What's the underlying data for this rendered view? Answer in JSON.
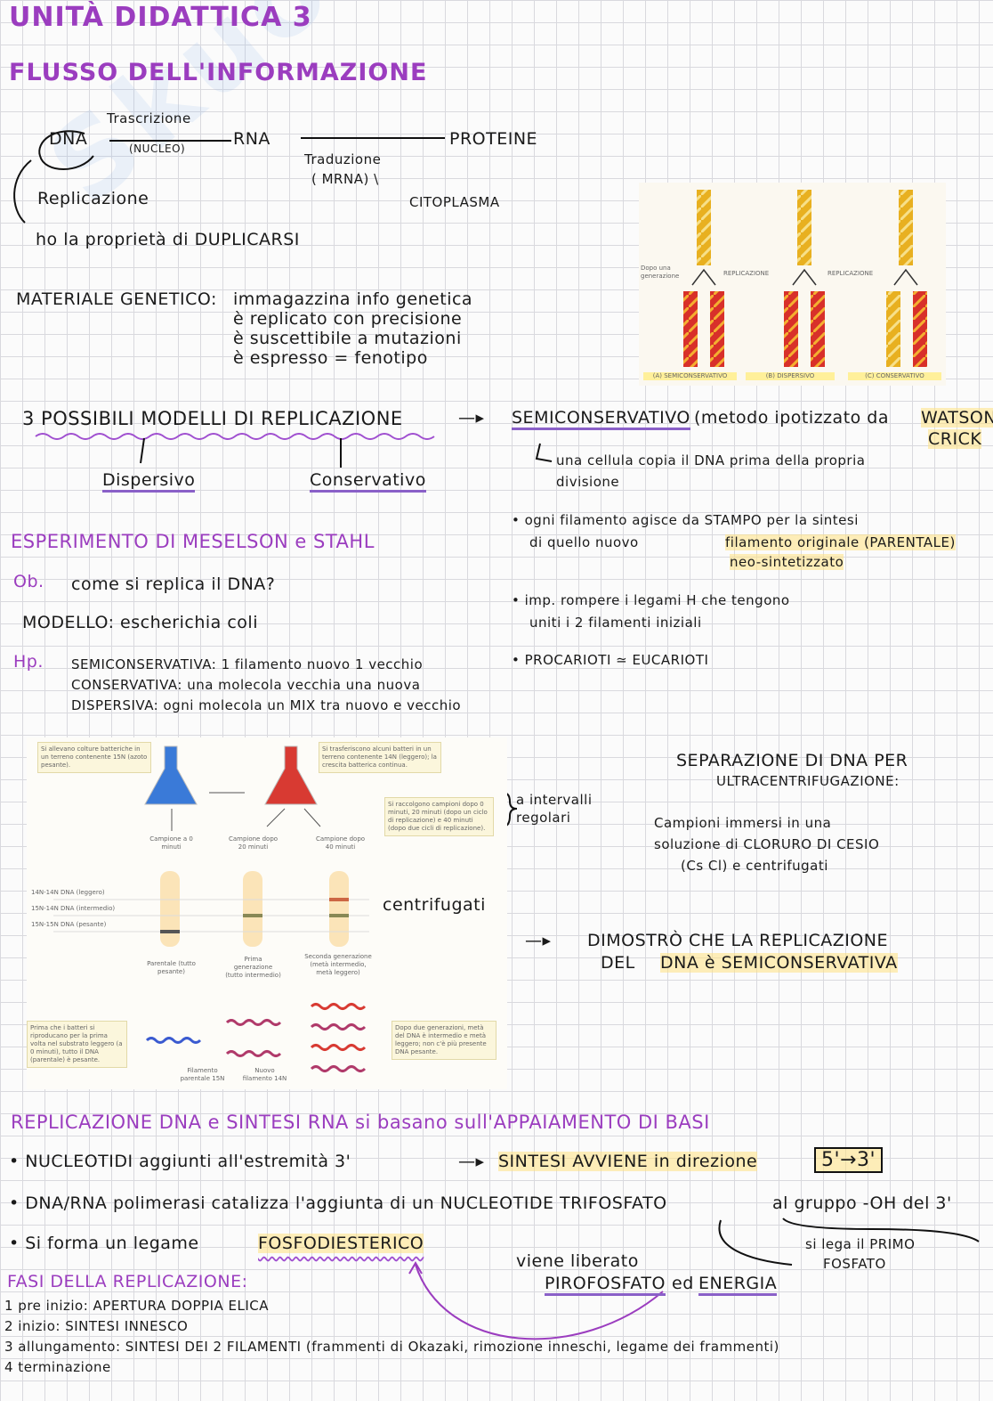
{
  "watermark": "Skuola.net",
  "title": "UNITÀ DIDATTICA 3",
  "subtitle": "FLUSSO DELL'INFORMAZIONE",
  "flow": {
    "dna": "DNA",
    "trascrizione": "Trascrizione",
    "nucleo": "(NUCLEO)",
    "rna": "RNA",
    "proteine": "PROTEINE",
    "traduzione": "Traduzione",
    "mrna": "( MRNA) \\",
    "citoplasma": "CITOPLASMA",
    "replicazione": "Replicazione",
    "duplicarsi": "ho la proprietà di DUPLICARSI"
  },
  "materiale": {
    "label": "MATERIALE GENETICO:",
    "lines": [
      "immagazzina info genetica",
      "è replicato con precisione",
      "è suscettibile a mutazioni",
      "è espresso = fenotipo"
    ]
  },
  "models_figure": {
    "dopo": "Dopo una generazione",
    "replicazione": "REPLICAZIONE",
    "labels": [
      "(A) SEMICONSERVATIVO",
      "(B) DISPERSIVO",
      "(C) CONSERVATIVO"
    ]
  },
  "modelli": {
    "heading": "3 POSSIBILI MODELLI DI REPLICAZIONE",
    "arrow": "—▸",
    "semi": "SEMICONSERVATIVO",
    "semi_note": "(metodo ipotizzato da",
    "watson": "WATSON",
    "crick": "CRICK",
    "semi_def": [
      "una cellula copia il DNA prima della propria",
      "divisione"
    ],
    "dispersivo": "Dispersivo",
    "conservativo": "Conservativo"
  },
  "bullets": {
    "b1": [
      "• ogni filamento agisce da STAMPO per la sintesi",
      "di quello nuovo",
      "filamento originale (PARENTALE)",
      "neo-sintetizzato"
    ],
    "b2": [
      "• imp. rompere i legami H che tengono",
      "uniti i 2 filamenti iniziali"
    ],
    "b3": "• PROCARIOTI ≃ EUCARIOTI"
  },
  "esperimento": {
    "heading": "ESPERIMENTO DI MESELSON e STAHL",
    "ob_label": "Ob.",
    "ob": "come si replica il DNA?",
    "modello": "MODELLO: escherichia coli",
    "hp_label": "Hp.",
    "hp": [
      "SEMICONSERVATIVA: 1 filamento nuovo 1 vecchio",
      "CONSERVATIVA: una molecola vecchia una nuova",
      "DISPERSIVA: ogni molecola un MIX tra nuovo e vecchio"
    ]
  },
  "experiment_figure": {
    "cap1": "Si allevano colture batteriche in un terreno contenente 15N (azoto pesante).",
    "cap2": "Si trasferiscono alcuni batteri in un terreno contenente 14N (leggero); la crescita batterica continua.",
    "cap3": "Si raccolgono campioni dopo 0 minuti, 20 minuti (dopo un ciclo di replicazione) e 40 minuti (dopo due cicli di replicazione).",
    "samples": [
      "Campione a 0 minuti",
      "Campione dopo 20 minuti",
      "Campione dopo 40 minuti"
    ],
    "legend": [
      "14N-14N DNA (leggero)",
      "15N-14N DNA (intermedio)",
      "15N-15N DNA (pesante)"
    ],
    "gens": [
      "Parentale (tutto pesante)",
      "Prima generazione (tutto intermedio)",
      "Seconda generazione (metà intermedio, metà leggero)"
    ],
    "cap4": "Prima che i batteri si riproducano per la prima volta nel substrato leggero (a 0 minuti), tutto il DNA (parentale) è pesante.",
    "cap5": "Dopo due generazioni, metà del DNA è intermedio e metà leggero; non c'è più presente DNA pesante.",
    "strand_parent": "Filamento parentale 15N",
    "strand_new": "Nuovo filamento 14N"
  },
  "annotations": {
    "intervalli": [
      "a intervalli",
      "regolari"
    ],
    "centrifugati": "centrifugati"
  },
  "separazione": {
    "heading": [
      "SEPARAZIONE DI DNA PER",
      "ULTRACENTRIFUGAZIONE:"
    ],
    "text": [
      "Campioni immersi in una",
      "soluzione di CLORURO DI CESIO",
      "(Cs Cl) e centrifugati"
    ]
  },
  "dimostro": {
    "arrow": "—▸",
    "line1": "DIMOSTRÒ CHE LA REPLICAZIONE",
    "line2a": "DEL",
    "line2b": "DNA è SEMICONSERVATIVA"
  },
  "sintesi": {
    "heading": "REPLICAZIONE DNA e SINTESI RNA si basano sull'APPAIAMENTO DI BASI",
    "b1a": "• NUCLEOTIDI aggiunti all'estremità 3'",
    "b1arrow": "—▸",
    "b1b": "SINTESI AVVIENE in direzione",
    "b1box": "5'→3'",
    "b2a": "• DNA/RNA polimerasi catalizza l'aggiunta di un NUCLEOTIDE TRIFOSFATO",
    "b2b": "al gruppo -OH del 3'",
    "b3a": "• Si forma un legame",
    "b3b": "FOSFODIESTERICO",
    "lega": [
      "si lega il PRIMO",
      "FOSFATO"
    ],
    "liberato": "viene liberato",
    "piro": "PIROFOSFATO",
    "ed": "ed",
    "energia": "ENERGIA"
  },
  "fasi": {
    "heading": "FASI DELLA REPLICAZIONE:",
    "items": [
      "1 pre inizio: APERTURA DOPPIA ELICA",
      "2 inizio: SINTESI INNESCO",
      "3 allungamento: SINTESI DEI 2 FILAMENTI (frammenti di Okazaki, rimozione inneschi, legame dei frammenti)",
      "4 terminazione"
    ]
  },
  "colors": {
    "purple": "#9b3dbf",
    "highlight": "#ffe182",
    "grid": "#d9d9de"
  }
}
